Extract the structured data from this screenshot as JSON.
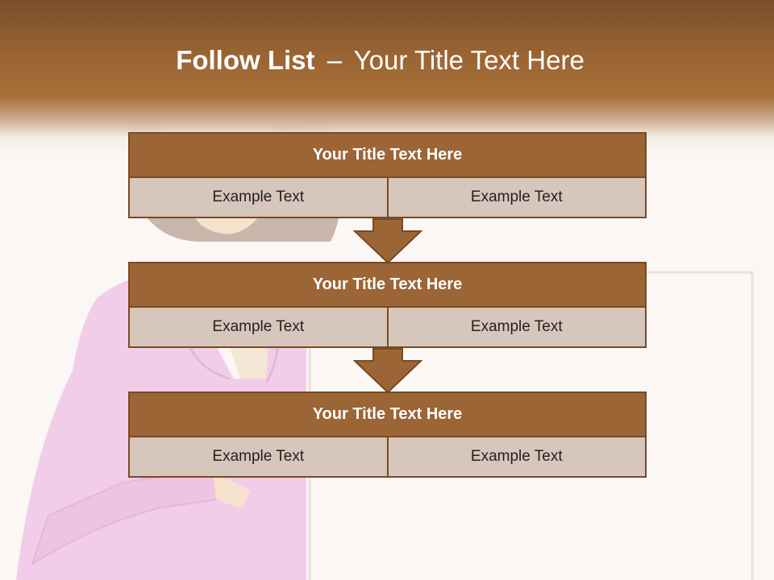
{
  "slide": {
    "title_bold": "Follow List",
    "title_dash": "–",
    "title_rest": "Your Title Text Here"
  },
  "blocks": [
    {
      "title": "Your Title Text Here",
      "left": "Example Text",
      "right": "Example Text"
    },
    {
      "title": "Your Title Text Here",
      "left": "Example Text",
      "right": "Example Text"
    },
    {
      "title": "Your Title Text Here",
      "left": "Example Text",
      "right": "Example Text"
    }
  ],
  "colors": {
    "header_brown": "#9b6535",
    "border_brown": "#7a4a22",
    "cell_fill": "#d6c6bc",
    "jacket_pink": "#f2cdea",
    "background": "#fbf7f4"
  }
}
